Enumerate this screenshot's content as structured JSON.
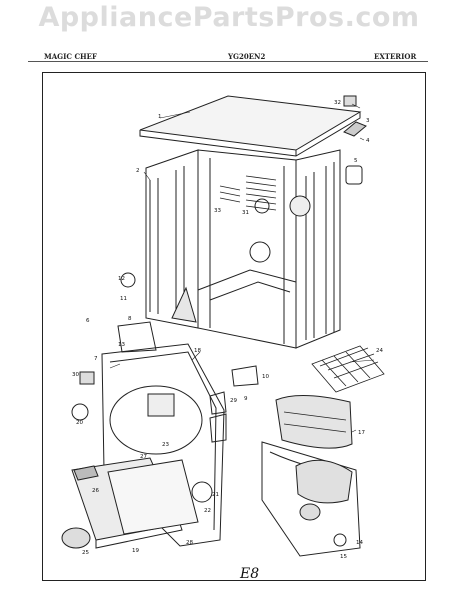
{
  "watermark": "AppliancePartsPros.com",
  "header": {
    "brand": "MAGIC CHEF",
    "model": "YG20EN2",
    "section": "EXTERIOR"
  },
  "footer_code": "E8",
  "callouts": [
    "1",
    "2",
    "3",
    "4",
    "5",
    "6",
    "7",
    "8",
    "9",
    "10",
    "11",
    "12",
    "13",
    "14",
    "15",
    "17",
    "18",
    "19",
    "20",
    "21",
    "22",
    "23",
    "24",
    "25",
    "26",
    "27",
    "28",
    "29",
    "30",
    "31",
    "32",
    "33"
  ]
}
